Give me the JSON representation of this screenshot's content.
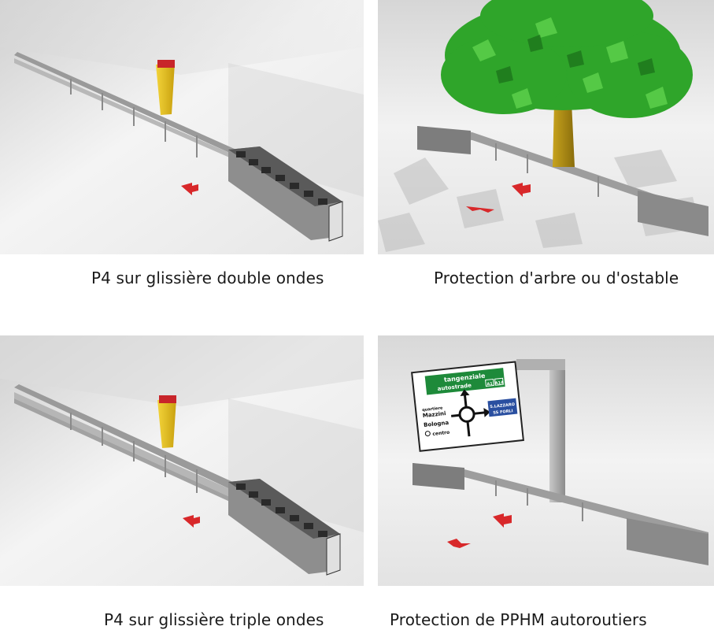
{
  "captions": {
    "p4_double": "P4 sur glissière double ondes",
    "tree": "Protection d'arbre ou d'ostable",
    "p4_triple": "P4 sur glissière triple ondes",
    "pphm": "Protection de PPHM autoroutiers"
  },
  "sign": {
    "line1": "tangenziale",
    "line2": "autostrade",
    "badge1": "A1",
    "badge2": "A14",
    "left1": "quartiere",
    "left2": "Mazzini",
    "left3": "Bologna",
    "left4": "centro",
    "right1": "S.LAZZARO",
    "right2": "SS FORLI"
  },
  "colors": {
    "sign_green": "#1e8a3a",
    "sign_blue": "#2a4fa0",
    "arrow_red": "#d8282a",
    "attenuator_yellow": "#e8c21a",
    "tree_green": "#2fa52a"
  }
}
